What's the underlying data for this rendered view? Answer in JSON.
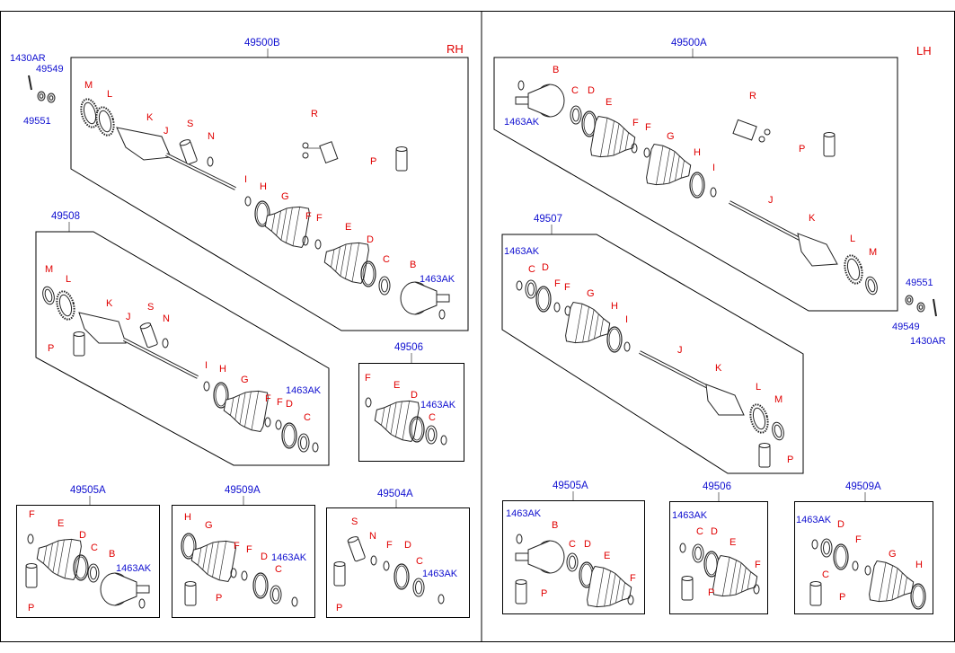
{
  "left_side": {
    "side_label": "RH",
    "assembly_title": "49500B",
    "hardware": [
      "1430AR",
      "49549",
      "49551"
    ],
    "main_group_labels": [
      "M",
      "L",
      "K",
      "J",
      "S",
      "N",
      "R",
      "P",
      "I",
      "H",
      "G",
      "F",
      "F",
      "E",
      "D",
      "C",
      "B",
      "1463AK"
    ],
    "sub_assembly_title": "49508",
    "sub_group_labels": [
      "M",
      "L",
      "K",
      "J",
      "S",
      "N",
      "P",
      "I",
      "H",
      "G",
      "F",
      "F",
      "D",
      "C",
      "1463AK"
    ],
    "kit_49506": {
      "title": "49506",
      "labels": [
        "F",
        "E",
        "D",
        "C",
        "1463AK"
      ]
    },
    "kit_49505A": {
      "title": "49505A",
      "labels": [
        "F",
        "E",
        "D",
        "C",
        "B",
        "1463AK",
        "P"
      ]
    },
    "kit_49509A": {
      "title": "49509A",
      "labels": [
        "H",
        "G",
        "F",
        "F",
        "D",
        "C",
        "1463AK",
        "P"
      ]
    },
    "kit_49504A": {
      "title": "49504A",
      "labels": [
        "S",
        "N",
        "F",
        "D",
        "C",
        "1463AK",
        "P"
      ]
    }
  },
  "right_side": {
    "side_label": "LH",
    "assembly_title": "49500A",
    "hardware": [
      "49551",
      "49549",
      "1430AR"
    ],
    "main_group_labels": [
      "B",
      "1463AK",
      "C",
      "D",
      "E",
      "F",
      "F",
      "G",
      "H",
      "I",
      "R",
      "P",
      "J",
      "K",
      "L",
      "M"
    ],
    "sub_assembly_title": "49507",
    "sub_group_labels": [
      "1463AK",
      "C",
      "D",
      "F",
      "F",
      "G",
      "H",
      "I",
      "J",
      "K",
      "L",
      "M",
      "P"
    ],
    "kit_49505A": {
      "title": "49505A",
      "labels": [
        "1463AK",
        "B",
        "C",
        "D",
        "E",
        "F",
        "P"
      ]
    },
    "kit_49506": {
      "title": "49506",
      "labels": [
        "1463AK",
        "C",
        "D",
        "E",
        "F",
        "P"
      ]
    },
    "kit_49509A": {
      "title": "49509A",
      "labels": [
        "1463AK",
        "C",
        "D",
        "F",
        "G",
        "H",
        "P"
      ]
    }
  }
}
